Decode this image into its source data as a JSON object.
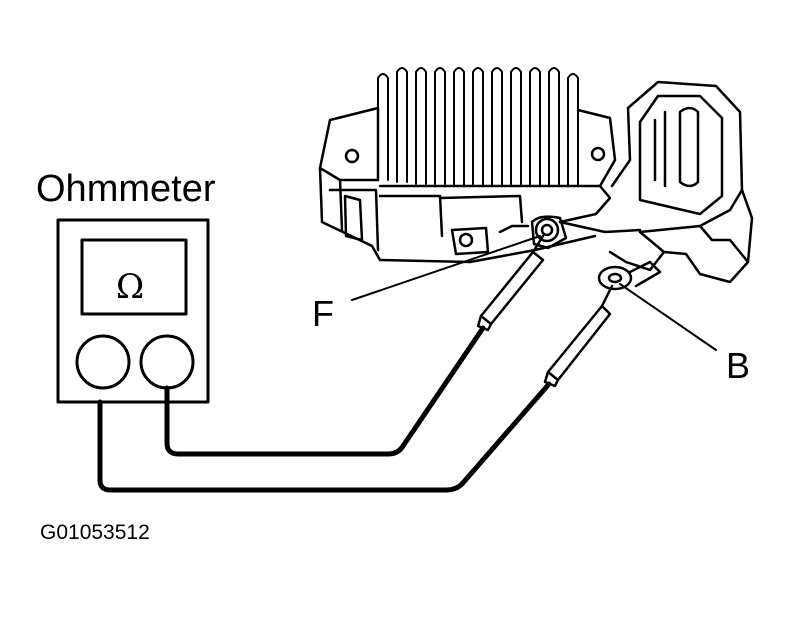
{
  "diagram": {
    "title": "Ohmmeter",
    "meter_symbol": "Ω",
    "terminal_f_label": "F",
    "terminal_b_label": "B",
    "figure_id": "G01053512"
  },
  "colors": {
    "ink": "#000000",
    "paper": "#ffffff"
  }
}
